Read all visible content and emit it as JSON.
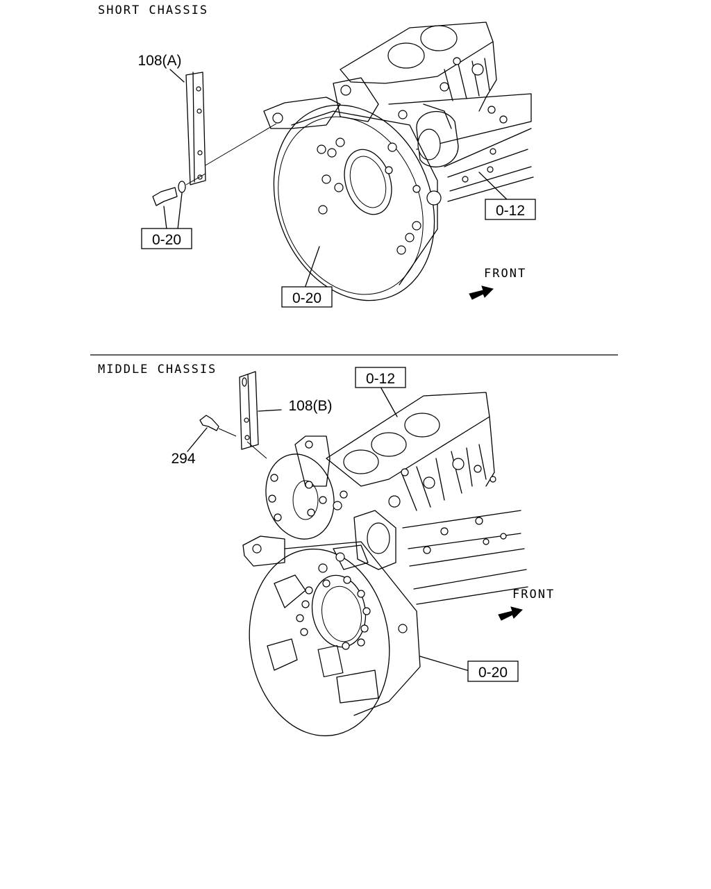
{
  "sections": [
    {
      "title": "SHORT CHASSIS",
      "labels": {
        "bracket": "108(A)",
        "bolt_ref": "0-20",
        "housing_ref": "0-20",
        "block_ref": "0-12",
        "front": "FRONT"
      }
    },
    {
      "title": "MIDDLE CHASSIS",
      "labels": {
        "bracket": "108(B)",
        "bolt": "294",
        "block_ref": "0-12",
        "housing_ref": "0-20",
        "front": "FRONT"
      }
    }
  ],
  "icons": [
    "front-arrow-icon",
    "front-arrow-icon"
  ]
}
